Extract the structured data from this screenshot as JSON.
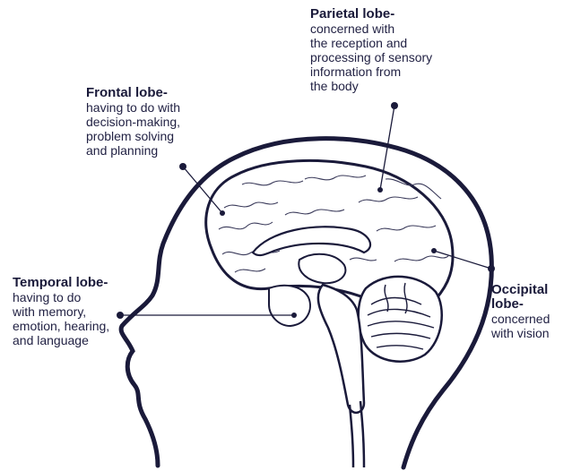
{
  "colors": {
    "ink": "#1a1a3a",
    "background": "#ffffff"
  },
  "labels": {
    "parietal": {
      "title": "Parietal lobe-",
      "desc": "concerned with\nthe reception and\nprocessing of sensory\ninformation from\nthe body"
    },
    "frontal": {
      "title": "Frontal lobe-",
      "desc": "having to do with\ndecision-making,\nproblem solving\nand planning"
    },
    "temporal": {
      "title": "Temporal lobe-",
      "desc": "having to do\nwith memory,\nemotion, hearing,\nand language"
    },
    "occipital": {
      "title": "Occipital\nlobe-",
      "desc": "concerned\nwith vision"
    }
  }
}
